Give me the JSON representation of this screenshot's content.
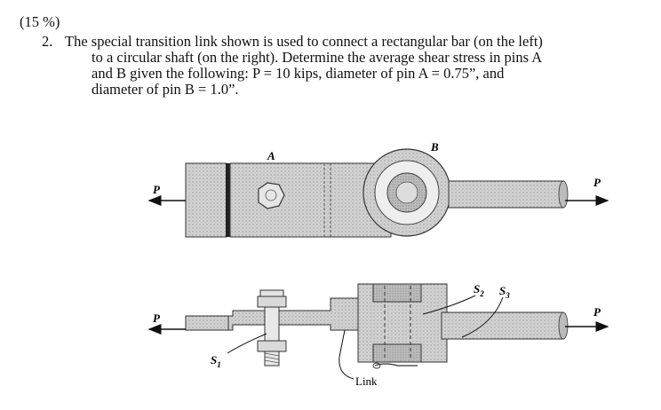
{
  "problem": {
    "points": "(15 %)",
    "number": "2.",
    "lines": [
      "The special transition link shown is used to connect a rectangular bar (on the left)",
      "to a circular shaft (on the right).  Determine the average shear stress in pins A",
      "and B given the following: P = 10 kips, diameter of pin A = 0.75”, and",
      "diameter of pin B = 1.0”."
    ]
  },
  "figure": {
    "top_view": {
      "label_A": "A",
      "label_B": "B",
      "load_left": "P",
      "load_right": "P"
    },
    "side_view": {
      "load_left": "P",
      "load_right": "P",
      "s1_letter": "S",
      "s1_sub": "1",
      "s2_letter": "S",
      "s2_sub": "2",
      "s3_letter": "S",
      "s3_sub": "3",
      "link_label": "Link"
    }
  }
}
